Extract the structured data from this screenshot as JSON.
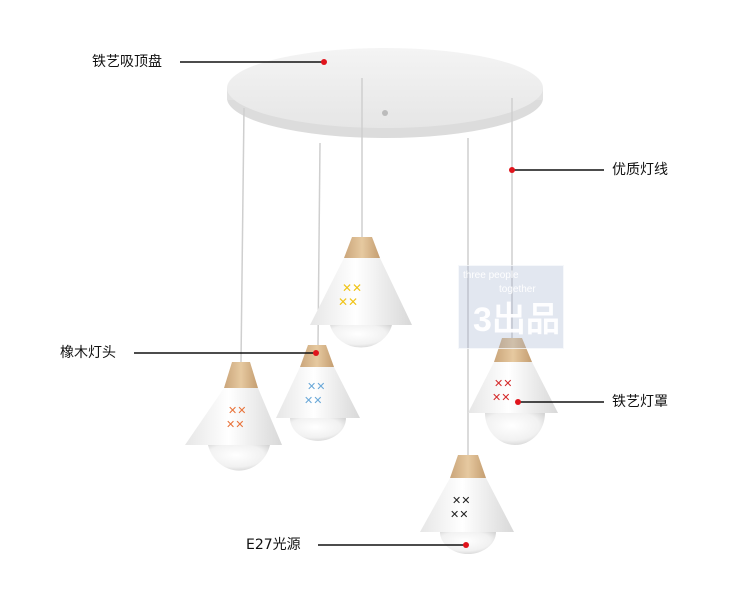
{
  "labels": {
    "ceiling_plate": "铁艺吸顶盘",
    "wire": "优质灯线",
    "wood_lamp_head": "橡木灯头",
    "iron_shade": "铁艺灯罩",
    "bulb": "E27光源"
  },
  "watermark": {
    "line1": "three people",
    "line2": "together",
    "line3": "3出品"
  },
  "colors": {
    "accent_dot": "#e0141c",
    "line": "#111111",
    "wood": "#d9b88c",
    "stitch_yellow": "#f0c419",
    "stitch_blue": "#6aa8d8",
    "stitch_orange": "#e8733a",
    "stitch_red": "#d42a2a",
    "stitch_black": "#222222"
  }
}
